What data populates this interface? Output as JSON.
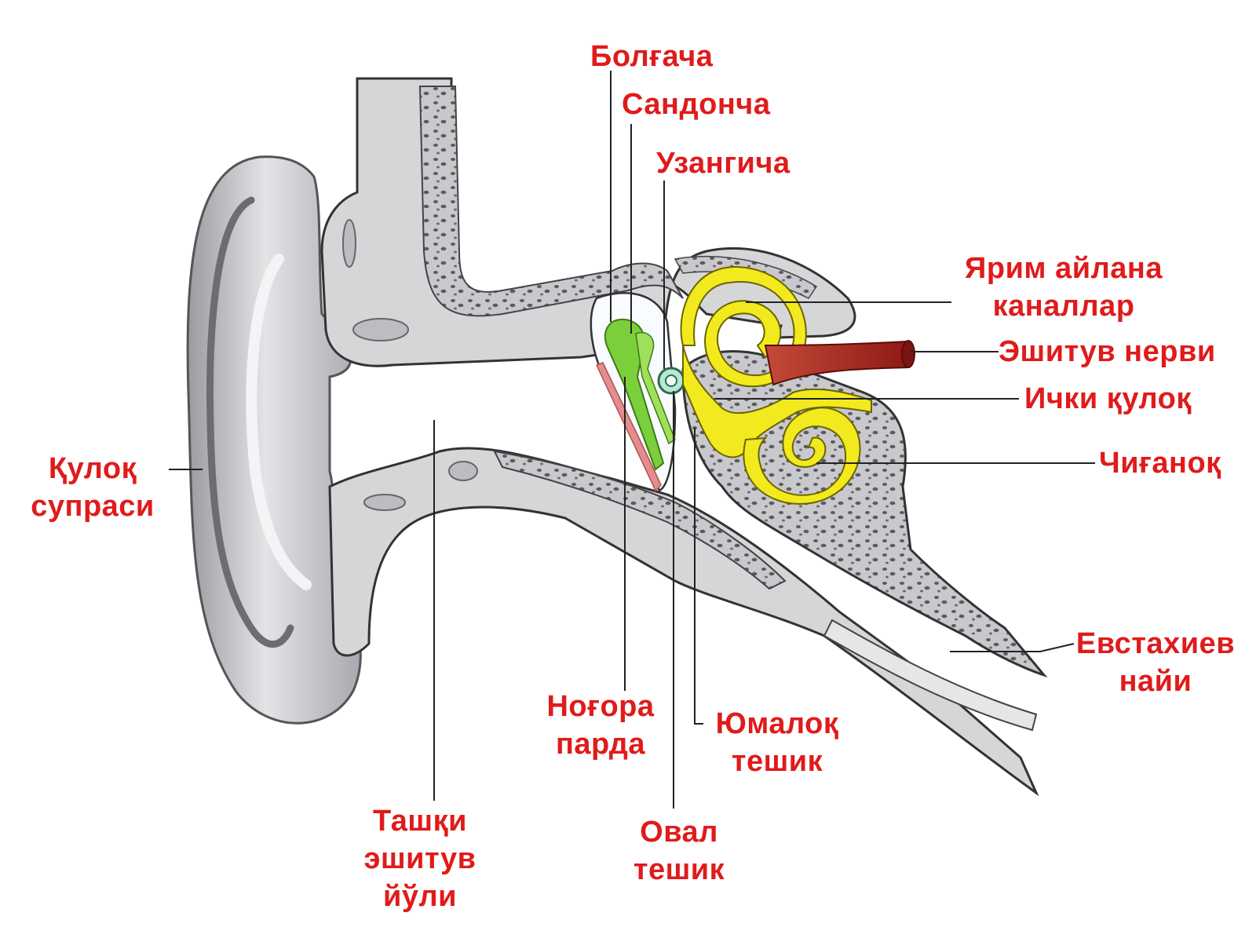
{
  "colors": {
    "label": "#e01b1b",
    "bone": "#cfcfd2",
    "bone_dark": "#8e8e94",
    "skin": "#d9d9dc",
    "ossicles": "#7bcf3a",
    "inner_ear": "#f2ea1e",
    "nerve": "#b3261e",
    "eardrum": "#e58c8c"
  },
  "labels": {
    "malleus": "Болғача",
    "incus": "Сандонча",
    "stapes": "Узангича",
    "semicircular": [
      "Ярим айлана",
      "каналлар"
    ],
    "auditory_nerve": "Эшитув нерви",
    "inner_ear": "Ички қулоқ",
    "cochlea": "Чиғаноқ",
    "pinna": [
      "Қулоқ",
      "супраси"
    ],
    "eustachian": [
      "Евстахиев",
      "найи"
    ],
    "eardrum": [
      "Ноғора",
      "парда"
    ],
    "round_window": [
      "Юмалоқ",
      "тешик"
    ],
    "ear_canal": [
      "Ташқи",
      "эшитув",
      "йўли"
    ],
    "oval_window": [
      "Овал",
      "тешик"
    ]
  }
}
